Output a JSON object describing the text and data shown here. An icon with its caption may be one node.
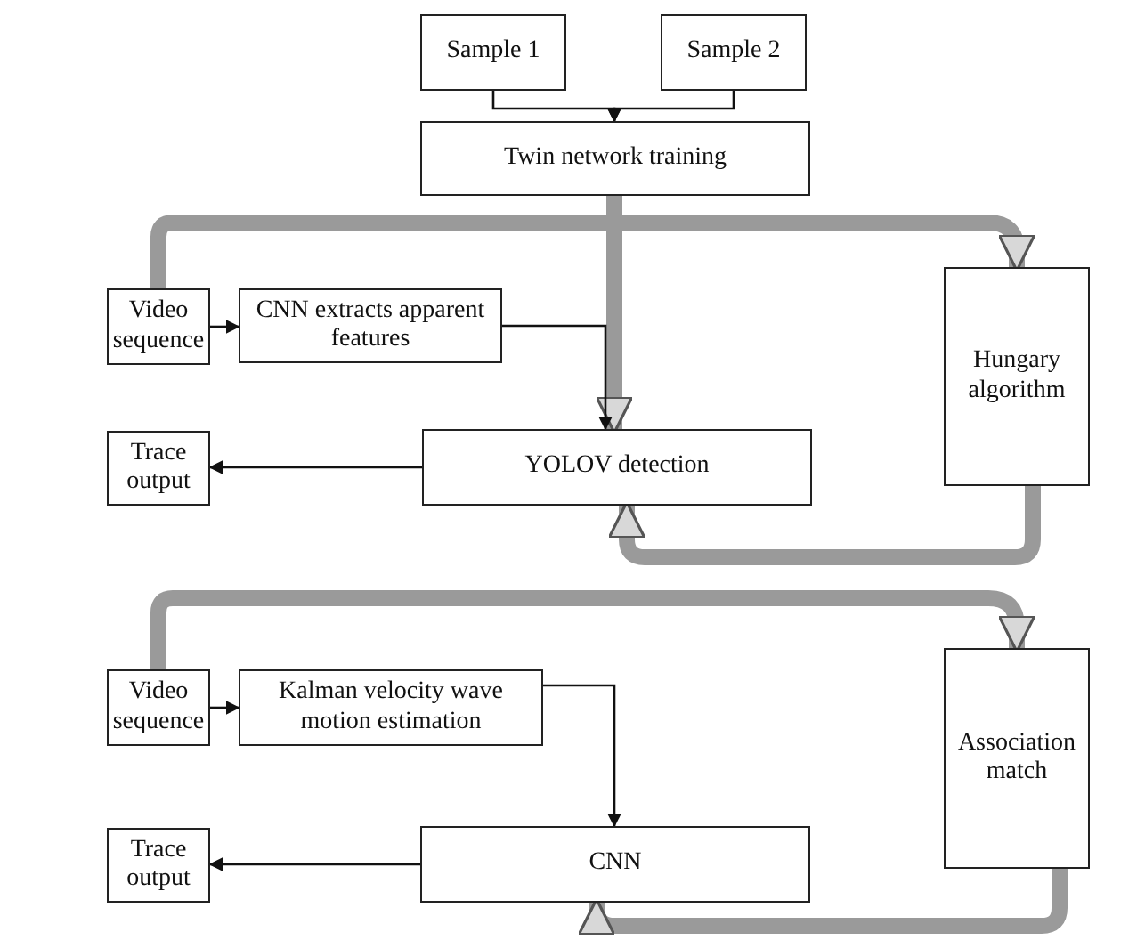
{
  "diagram": {
    "nodes": [
      {
        "text": [
          "Sample 1"
        ]
      },
      {
        "text": [
          "Sample 2"
        ]
      },
      {
        "text": [
          "Twin network training"
        ]
      },
      {
        "text": [
          "Video sequence"
        ]
      },
      {
        "text": [
          "CNN extracts apparent features"
        ]
      },
      {
        "text": [
          "Hungary algorithm"
        ]
      },
      {
        "text": [
          "Trace output"
        ]
      },
      {
        "text": [
          "YOLOV detection"
        ]
      },
      {
        "text": [
          "Video sequence"
        ]
      },
      {
        "text": [
          "Kalman velocity wave motion estimation"
        ]
      },
      {
        "text": [
          "Association match"
        ]
      },
      {
        "text": [
          "Trace output"
        ]
      },
      {
        "text": [
          "CNN"
        ]
      }
    ],
    "edges": [
      {
        "from": 0,
        "to": 2,
        "arrow": "to"
      },
      {
        "from": 1,
        "to": 2,
        "arrow": "to"
      },
      {
        "from": 2,
        "to": 7,
        "arrow": "to",
        "style": "thick",
        "color": "#9a9a9a"
      },
      {
        "from": 3,
        "to": 5,
        "arrow": "to",
        "style": "thick",
        "color": "#9a9a9a"
      },
      {
        "from": 3,
        "to": 4,
        "arrow": "to"
      },
      {
        "from": 4,
        "to": 7,
        "arrow": "to"
      },
      {
        "from": 7,
        "to": 6,
        "arrow": "to"
      },
      {
        "from": 5,
        "to": 7,
        "arrow": "to",
        "style": "thick",
        "color": "#9a9a9a"
      },
      {
        "from": 8,
        "to": 10,
        "arrow": "to",
        "style": "thick",
        "color": "#9a9a9a"
      },
      {
        "from": 8,
        "to": 9,
        "arrow": "to"
      },
      {
        "from": 9,
        "to": 12,
        "arrow": "to"
      },
      {
        "from": 12,
        "to": 11,
        "arrow": "to"
      },
      {
        "from": 10,
        "to": 12,
        "arrow": "to",
        "style": "thick",
        "color": "#9a9a9a"
      }
    ]
  }
}
